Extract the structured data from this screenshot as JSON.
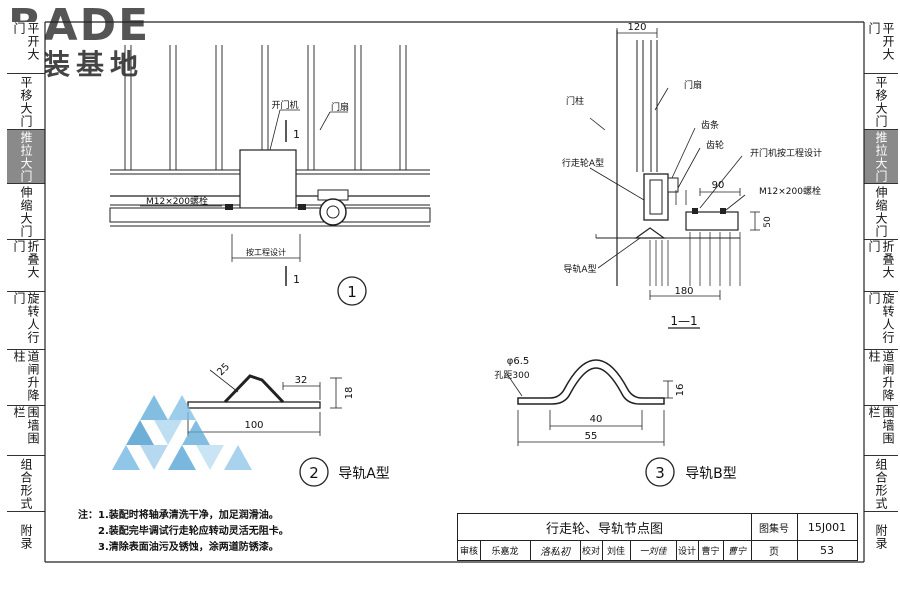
{
  "logo": {
    "brand": "BADE",
    "subtitle": "建装基地"
  },
  "left_tabs": [
    {
      "label": "平开大门",
      "active": false
    },
    {
      "label": "平移大门",
      "active": false
    },
    {
      "label": "推拉大门",
      "active": true
    },
    {
      "label": "伸缩大门",
      "active": false
    },
    {
      "label": "折叠大门",
      "active": false
    },
    {
      "label": "旋转人行门",
      "active": false
    },
    {
      "label": "道闸升降柱",
      "active": false
    },
    {
      "label": "围墙围栏",
      "active": false
    },
    {
      "label": "组合形式",
      "active": false
    },
    {
      "label": "附录",
      "active": false
    }
  ],
  "right_tabs": [
    {
      "label": "平开大门",
      "active": false
    },
    {
      "label": "平移大门",
      "active": false
    },
    {
      "label": "推拉大门",
      "active": true
    },
    {
      "label": "伸缩大门",
      "active": false
    },
    {
      "label": "折叠大门",
      "active": false
    },
    {
      "label": "旋转人行门",
      "active": false
    },
    {
      "label": "道闸升降柱",
      "active": false
    },
    {
      "label": "围墙围栏",
      "active": false
    },
    {
      "label": "组合形式",
      "active": false
    },
    {
      "label": "附录",
      "active": false
    }
  ],
  "detail1": {
    "label_opener": "开门机",
    "label_door_leaf": "门扇",
    "label_bolt": "M12×200螺栓",
    "label_by_project": "按工程设计",
    "section_mark": "1",
    "number": "1"
  },
  "section11": {
    "dim_top": "120",
    "label_door_post": "门柱",
    "label_door_leaf": "门扇",
    "label_rack": "齿条",
    "label_gear": "齿轮",
    "label_wheel_a": "行走轮A型",
    "label_opener_design": "开门机按工程设计",
    "dim_90": "90",
    "label_bolt": "M12×200螺栓",
    "dim_50": "50",
    "label_rail_a": "导轨A型",
    "dim_180": "180",
    "title": "1—1"
  },
  "detail2": {
    "dim_25": "25",
    "dim_32": "32",
    "dim_18": "18",
    "dim_100": "100",
    "number": "2",
    "title": "导轨A型"
  },
  "detail3": {
    "dim_hole": "φ6.5",
    "dim_spacing": "孔距300",
    "dim_16": "16",
    "dim_40": "40",
    "dim_55": "55",
    "number": "3",
    "title": "导轨B型"
  },
  "notes": [
    "注：1.装配时将轴承清洗干净，加足润滑油。",
    "2.装配完毕调试行走轮应转动灵活无阻卡。",
    "3.清除表面油污及锈蚀，涂两道防锈漆。"
  ],
  "title_block": {
    "drawing_title": "行走轮、导轨节点图",
    "atlas_label": "图集号",
    "atlas_no": "15J001",
    "review_label": "审核",
    "review_name": "乐嘉龙",
    "review_sign": "洛私初",
    "check_label": "校对",
    "check_name": "刘佳",
    "check_sign": "一刘佳",
    "design_label": "设计",
    "design_name": "曹宁",
    "design_sign": "曹宁",
    "page_label": "页",
    "page_no": "53"
  }
}
